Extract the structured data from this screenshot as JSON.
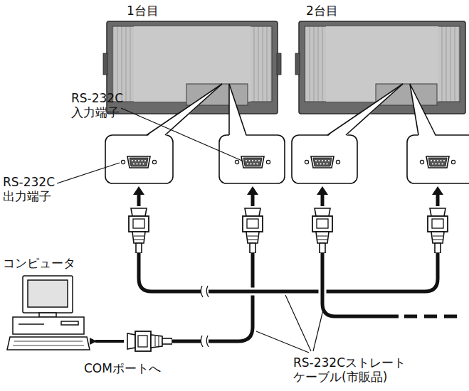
{
  "diagram": {
    "labels": [
      "1台目",
      "2台目",
      "RS-232C 入力端子",
      "RS-232C 出力端子",
      "コンピュータ",
      "COMポートへ",
      "RS-232Cストレート ケーブル(市販品)"
    ]
  }
}
